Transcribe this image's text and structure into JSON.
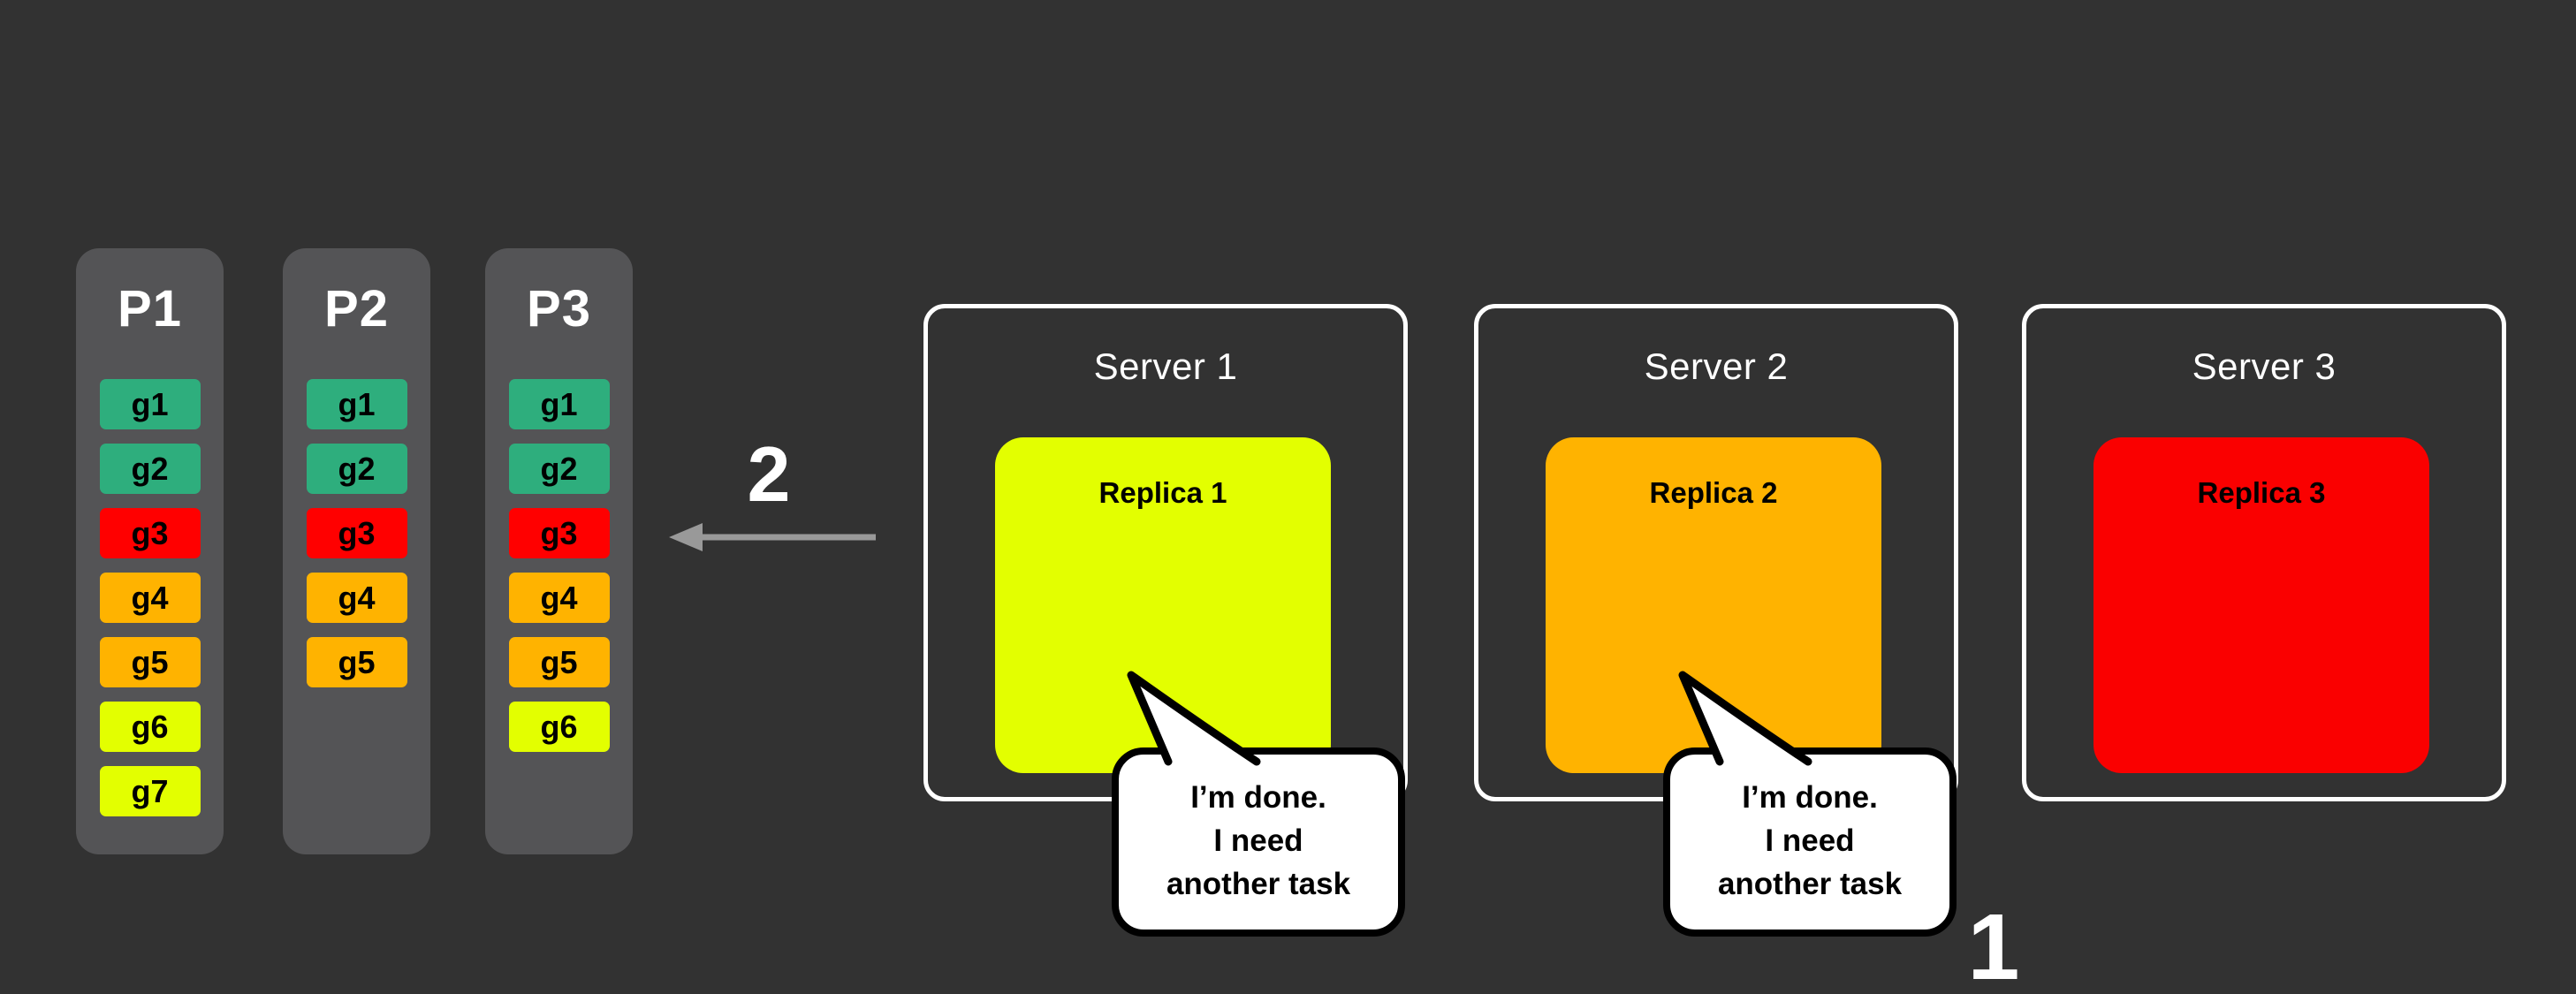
{
  "colors": {
    "background": "#323232",
    "panel": "#545456",
    "arrow": "#999999",
    "green": "#2eae7d",
    "red": "#ff0000",
    "orange": "#ffb300",
    "yellow": "#e3ff00"
  },
  "queues": [
    {
      "label": "P1",
      "tasks": [
        {
          "label": "g1",
          "color": "#2eae7d"
        },
        {
          "label": "g2",
          "color": "#2eae7d"
        },
        {
          "label": "g3",
          "color": "#ff0000"
        },
        {
          "label": "g4",
          "color": "#ffb300"
        },
        {
          "label": "g5",
          "color": "#ffb300"
        },
        {
          "label": "g6",
          "color": "#e3ff00"
        },
        {
          "label": "g7",
          "color": "#e3ff00"
        }
      ]
    },
    {
      "label": "P2",
      "tasks": [
        {
          "label": "g1",
          "color": "#2eae7d"
        },
        {
          "label": "g2",
          "color": "#2eae7d"
        },
        {
          "label": "g3",
          "color": "#ff0000"
        },
        {
          "label": "g4",
          "color": "#ffb300"
        },
        {
          "label": "g5",
          "color": "#ffb300"
        }
      ]
    },
    {
      "label": "P3",
      "tasks": [
        {
          "label": "g1",
          "color": "#2eae7d"
        },
        {
          "label": "g2",
          "color": "#2eae7d"
        },
        {
          "label": "g3",
          "color": "#ff0000"
        },
        {
          "label": "g4",
          "color": "#ffb300"
        },
        {
          "label": "g5",
          "color": "#ffb300"
        },
        {
          "label": "g6",
          "color": "#e3ff00"
        }
      ]
    }
  ],
  "steps": {
    "arrow_label": "2",
    "bottom_label": "1"
  },
  "servers": [
    {
      "title": "Server 1",
      "replica": {
        "label": "Replica 1",
        "color": "#e3ff00"
      }
    },
    {
      "title": "Server 2",
      "replica": {
        "label": "Replica 2",
        "color": "#ffb300"
      }
    },
    {
      "title": "Server 3",
      "replica": {
        "label": "Replica 3",
        "color": "#fa0000"
      }
    }
  ],
  "bubbles": [
    {
      "line1": "I’m done.",
      "line2": "I need",
      "line3": "another task"
    },
    {
      "line1": "I’m done.",
      "line2": "I need",
      "line3": "another task"
    }
  ]
}
